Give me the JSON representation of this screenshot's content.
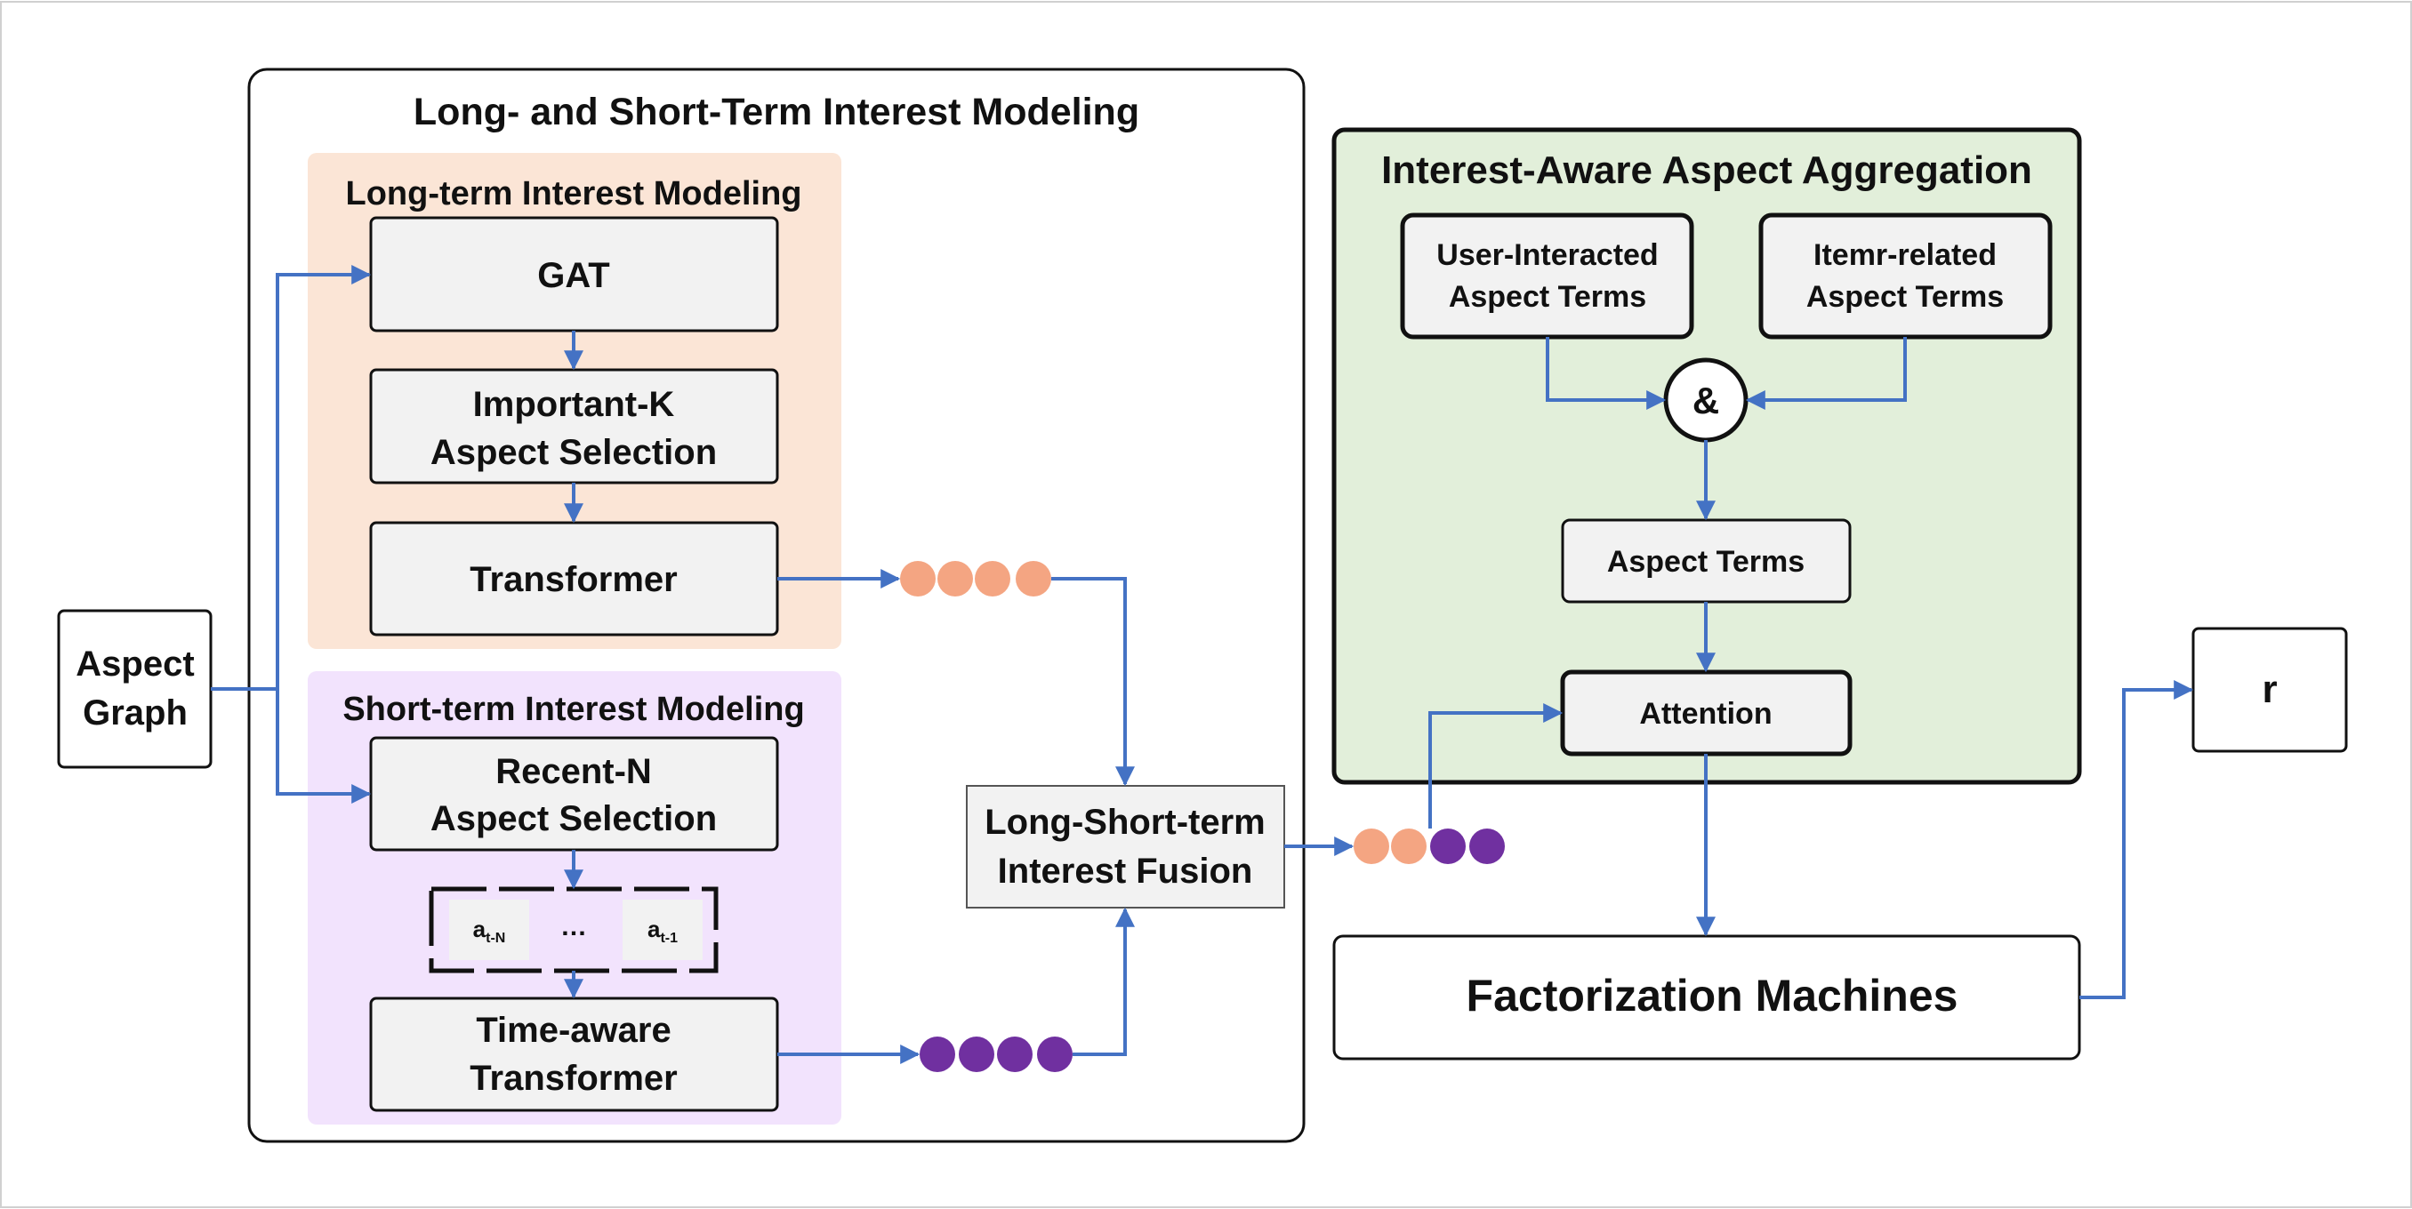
{
  "diagram": {
    "outer_title": "Long- and Short-Term Interest Modeling",
    "long_term": {
      "title": "Long-term Interest Modeling",
      "gat": "GAT",
      "important_k_1": "Important-K",
      "important_k_2": "Aspect Selection",
      "transformer": "Transformer"
    },
    "short_term": {
      "title": "Short-term Interest Modeling",
      "recent_n_1": "Recent-N",
      "recent_n_2": "Aspect Selection",
      "seq_first": "a",
      "seq_first_sub": "t-N",
      "seq_ellipsis": "…",
      "seq_last": "a",
      "seq_last_sub": "t-1",
      "time_aware_1": "Time-aware",
      "time_aware_2": "Transformer"
    },
    "aspect_graph_1": "Aspect",
    "aspect_graph_2": "Graph",
    "fusion_1": "Long-Short-term",
    "fusion_2": "Interest Fusion",
    "aggregation": {
      "title": "Interest-Aware Aspect Aggregation",
      "user_terms_1": "User-Interacted",
      "user_terms_2": "Aspect Terms",
      "item_terms_1": "Itemr-related",
      "item_terms_2": "Aspect Terms",
      "combine": "&",
      "aspect_terms": "Aspect Terms",
      "attention": "Attention"
    },
    "fm": "Factorization Machines",
    "output": "r"
  },
  "colors": {
    "arrow": "#4472C4",
    "long_term_bg": "#FBE5D6",
    "short_term_bg": "#F2E3FD",
    "aggregation_bg": "#E2EFDA",
    "node_fill": "#F2F2F2",
    "orange_dot": "#F4A582",
    "purple_dot": "#7030A0"
  }
}
